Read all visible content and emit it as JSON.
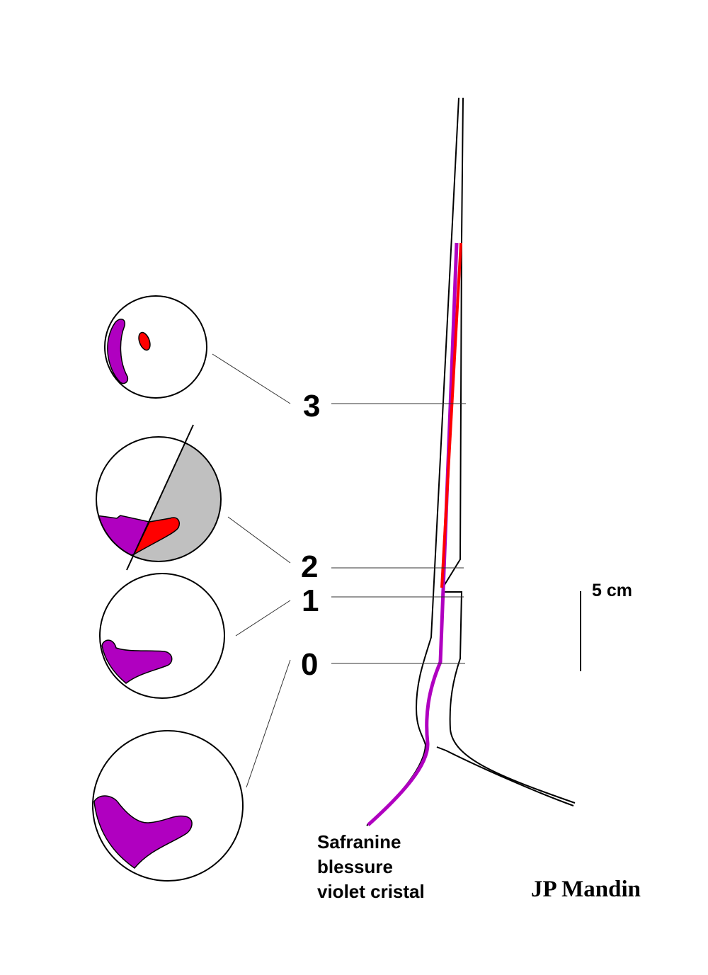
{
  "levels": {
    "l3": "3",
    "l2": "2",
    "l1": "1",
    "l0": "0"
  },
  "legend": {
    "line1": "Safranine",
    "line2": "blessure",
    "line3": "violet cristal"
  },
  "scale_label": "5 cm",
  "author": "JP Mandin",
  "colors": {
    "violet": "#b000c0",
    "red": "#ff0000",
    "grey": "#c0c0c0",
    "outline": "#000000"
  }
}
